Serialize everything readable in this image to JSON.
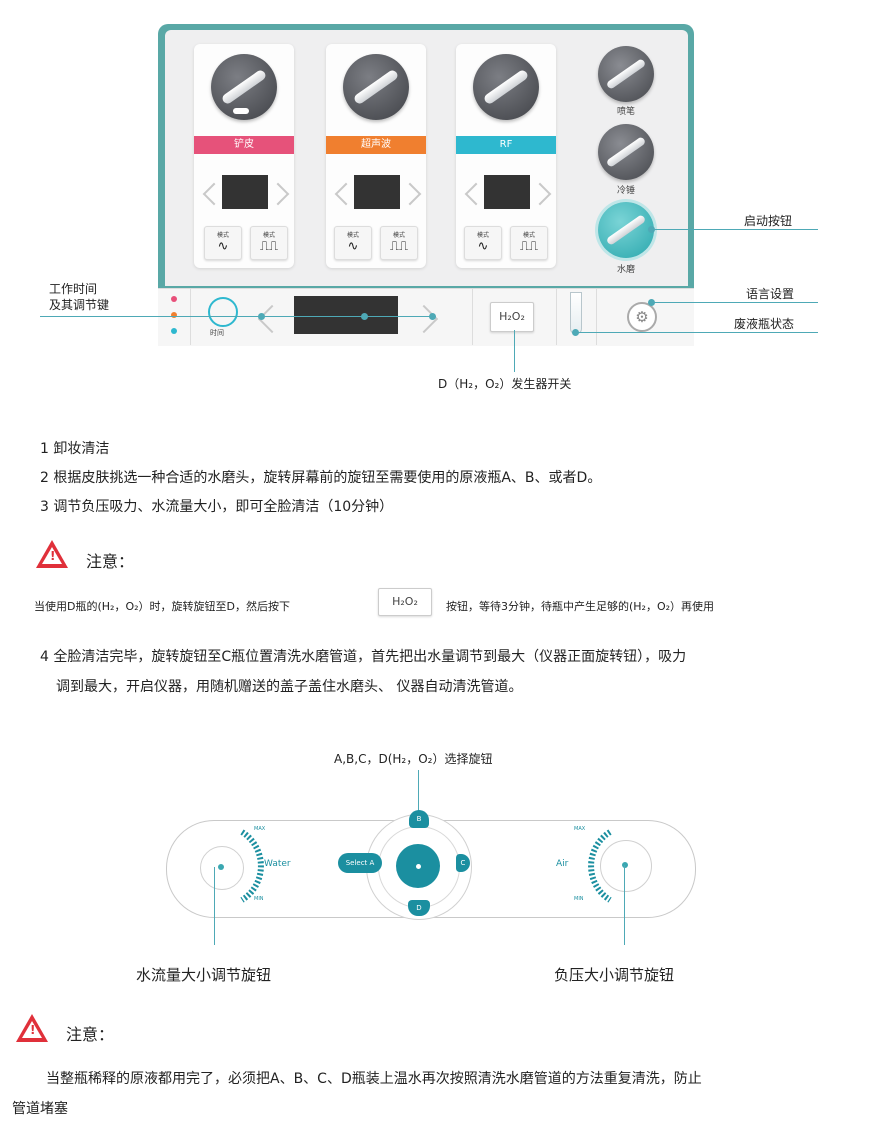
{
  "device": {
    "cards": [
      {
        "label": "铲皮",
        "color": "#e6527a",
        "modes": [
          "模式",
          "模式"
        ],
        "waves": [
          "∿",
          "⎍⎍"
        ]
      },
      {
        "label": "超声波",
        "color": "#f07f2f",
        "modes": [
          "模式",
          "模式"
        ],
        "waves": [
          "∿",
          "⎍⎍"
        ]
      },
      {
        "label": "RF",
        "color": "#2eb8cf",
        "modes": [
          "模式",
          "模式"
        ],
        "waves": [
          "∿",
          "⎍⎍"
        ]
      }
    ],
    "side_tools": [
      {
        "label": "喷笔"
      },
      {
        "label": "冷锤"
      },
      {
        "label": "水磨"
      }
    ],
    "timer_label": "时间",
    "h2o2_button": "H₂O₂",
    "status_dot_colors": [
      "#e8507a",
      "#f07f2f",
      "#2eb8cf"
    ]
  },
  "callouts": {
    "start_button": "启动按钮",
    "work_time_line1": "工作时间",
    "work_time_line2": "及其调节键",
    "language": "语言设置",
    "waste_bottle": "废液瓶状态",
    "generator_switch": "D（H₂，O₂）发生器开关"
  },
  "steps": {
    "s1": "1  卸妆清洁",
    "s2": "2 根据皮肤挑选一种合适的水磨头，旋转屏幕前的旋钮至需要使用的原液瓶A、B、或者D。",
    "s3": "3 调节负压吸力、水流量大小，即可全脸清洁（10分钟）",
    "s4_line1": "4 全脸清洁完毕，旋转旋钮至C瓶位置清洗水磨管道，首先把出水量调节到最大（仪器正面旋转钮），吸力",
    "s4_line2": "调到最大，开启仪器，用随机赠送的盖子盖住水磨头、 仪器自动清洗管道。"
  },
  "notice1": {
    "title": "注意：",
    "before": "当使用D瓶的(H₂，O₂）时，旋转旋钮至D，然后按下",
    "button": "H₂O₂",
    "after": "按钮，等待3分钟，待瓶中产生足够的(H₂，O₂）再使用"
  },
  "panel": {
    "selector_title": "A,B,C，D(H₂，O₂）选择旋钮",
    "water": "Water",
    "air": "Air",
    "max": "MAX",
    "min": "MIN",
    "select": "Select  A",
    "selector_letters": [
      "B",
      "C",
      "D"
    ],
    "water_knob_label": "水流量大小调节旋钮",
    "air_knob_label": "负压大小调节旋钮"
  },
  "notice2": {
    "title": "注意：",
    "line1": "当整瓶稀释的原液都用完了，必须把A、B、C、D瓶装上温水再次按照清洗水磨管道的方法重复清洗，防止",
    "line2": "管道堵塞"
  }
}
